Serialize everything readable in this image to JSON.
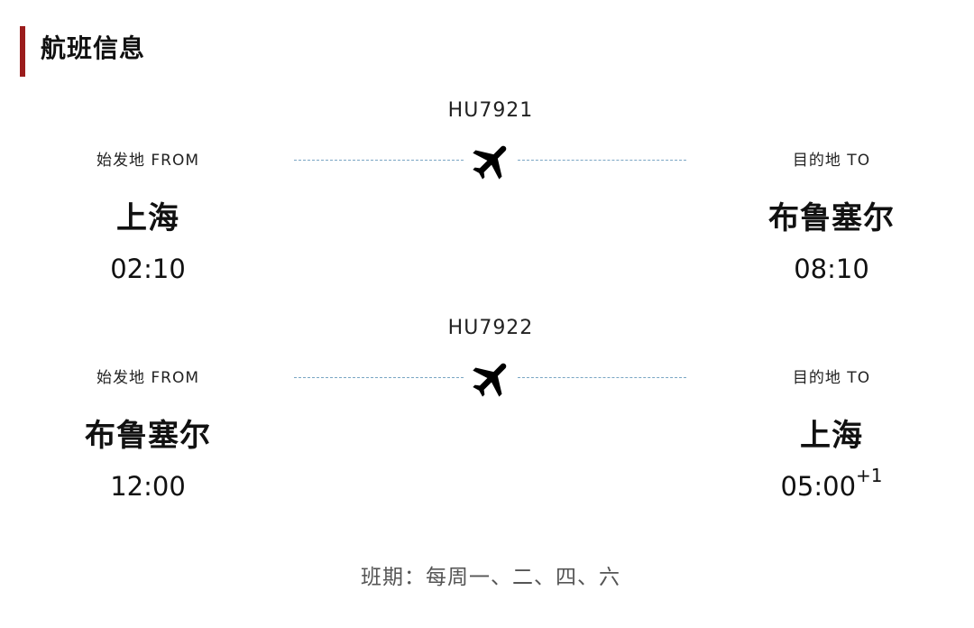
{
  "section": {
    "title": "航班信息",
    "accent_color": "#9b1c1c"
  },
  "flights": [
    {
      "number": "HU7921",
      "from": {
        "label": "始发地 FROM",
        "city": "上海",
        "time": "02:10",
        "day_offset": ""
      },
      "to": {
        "label": "目的地 TO",
        "city": "布鲁塞尔",
        "time": "08:10",
        "day_offset": ""
      },
      "icon": "airplane-icon"
    },
    {
      "number": "HU7922",
      "from": {
        "label": "始发地 FROM",
        "city": "布鲁塞尔",
        "time": "12:00",
        "day_offset": ""
      },
      "to": {
        "label": "目的地 TO",
        "city": "上海",
        "time": "05:00",
        "day_offset": "+1"
      },
      "icon": "airplane-icon"
    }
  ],
  "schedule": {
    "text": "班期：每周一、二、四、六"
  }
}
